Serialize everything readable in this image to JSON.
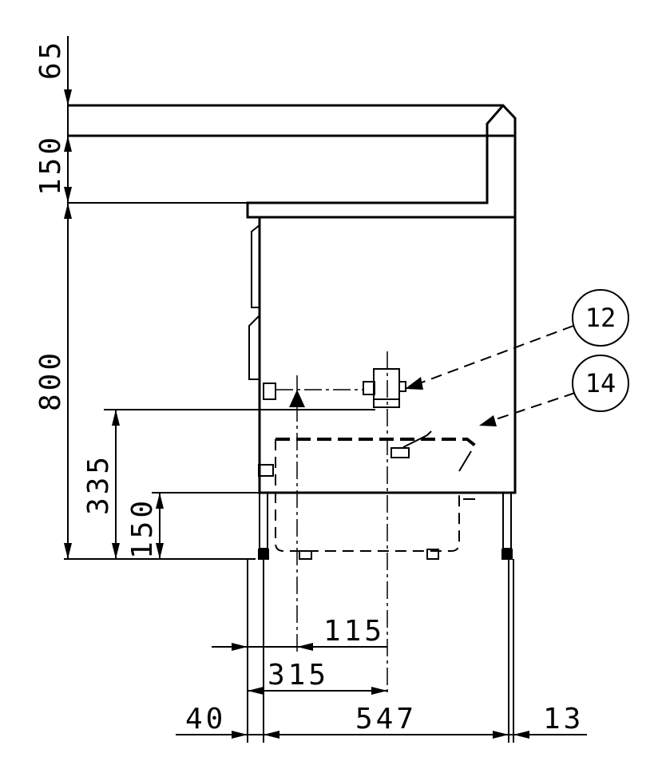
{
  "dimensions": {
    "vertical": {
      "d65": "65",
      "d150_top": "150",
      "d800": "800",
      "d335": "335",
      "d150_low": "150"
    },
    "horizontal": {
      "d115": "115",
      "d315": "315",
      "d40": "40",
      "d547": "547",
      "d13": "13"
    }
  },
  "callouts": [
    {
      "label": "12"
    },
    {
      "label": "14"
    }
  ],
  "colors": {
    "line": "#000000",
    "background": "#ffffff"
  }
}
